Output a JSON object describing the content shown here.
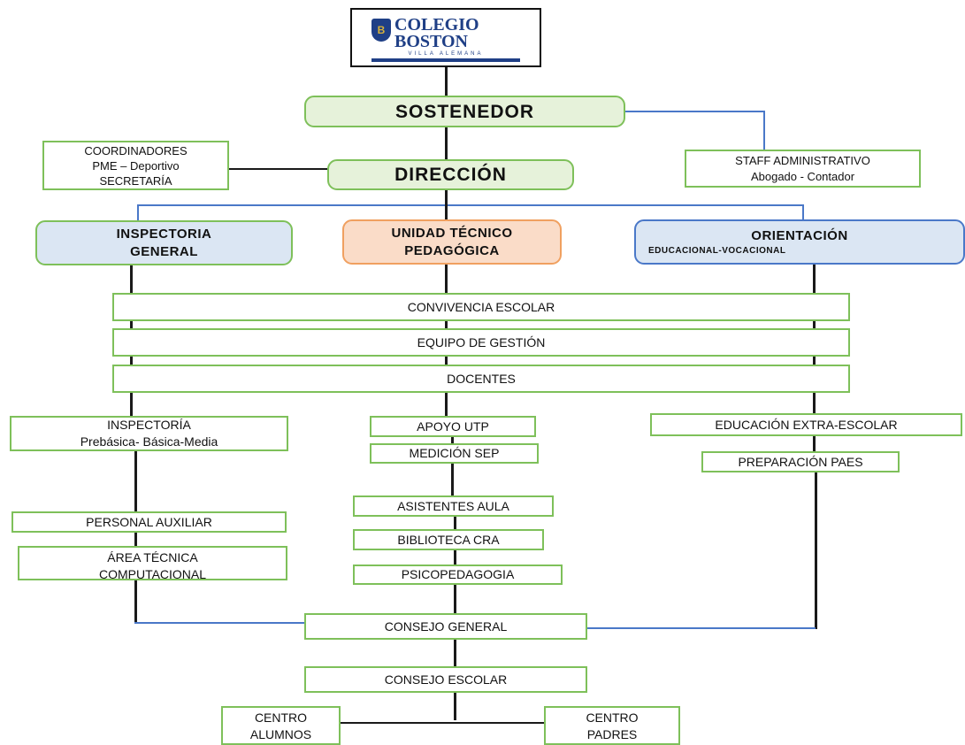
{
  "logo": {
    "line1": "COLEGIO",
    "line2": "BOSTON",
    "line3": "VILLA ALEMANA",
    "shield_icon": "shield-icon",
    "brand_color": "#1f3f86",
    "accent_color": "#d8b23a"
  },
  "nodes": {
    "sostenedor": "SOSTENEDOR",
    "coordinadores": [
      "COORDINADORES",
      "PME – Deportivo",
      "SECRETARÍA"
    ],
    "direccion": "DIRECCIÓN",
    "staff": [
      "STAFF ADMINISTRATIVO",
      "Abogado - Contador"
    ],
    "inspectoria_general": [
      "INSPECTORIA",
      "GENERAL"
    ],
    "utp": [
      "UNIDAD TÉCNICO",
      "PEDAGÓGICA"
    ],
    "orientacion": [
      "ORIENTACIÓN",
      "EDUCACIONAL-VOCACIONAL"
    ],
    "convivencia": "CONVIVENCIA ESCOLAR",
    "equipo_gestion": "EQUIPO DE GESTIÓN",
    "docentes": "DOCENTES",
    "inspectoria": [
      "INSPECTORÍA",
      "Prebásica- Básica-Media"
    ],
    "apoyo_utp": "APOYO UTP",
    "medicion_sep": "MEDICIÓN SEP",
    "educacion_extra": "EDUCACIÓN EXTRA-ESCOLAR",
    "preparacion_paes": "PREPARACIÓN PAES",
    "asistentes_aula": "ASISTENTES AULA",
    "biblioteca_cra": "BIBLIOTECA CRA",
    "psicopedagogia": "PSICOPEDAGOGIA",
    "personal_auxiliar": "PERSONAL AUXILIAR",
    "area_tecnica": [
      "ÁREA TÉCNICA",
      "COMPUTACIONAL"
    ],
    "consejo_general": "CONSEJO GENERAL",
    "consejo_escolar": "CONSEJO ESCOLAR",
    "centro_alumnos": [
      "CENTRO",
      "ALUMNOS"
    ],
    "centro_padres": [
      "CENTRO",
      "PADRES"
    ]
  },
  "colors": {
    "box_border": "#7ec05a",
    "header_green_fill": "#e6f2da",
    "header_blue_fill": "#dbe6f3",
    "utp_fill": "#fadcc8",
    "utp_border": "#f0a060",
    "connector_black": "#1a1a1a",
    "connector_blue": "#4a78c8"
  }
}
